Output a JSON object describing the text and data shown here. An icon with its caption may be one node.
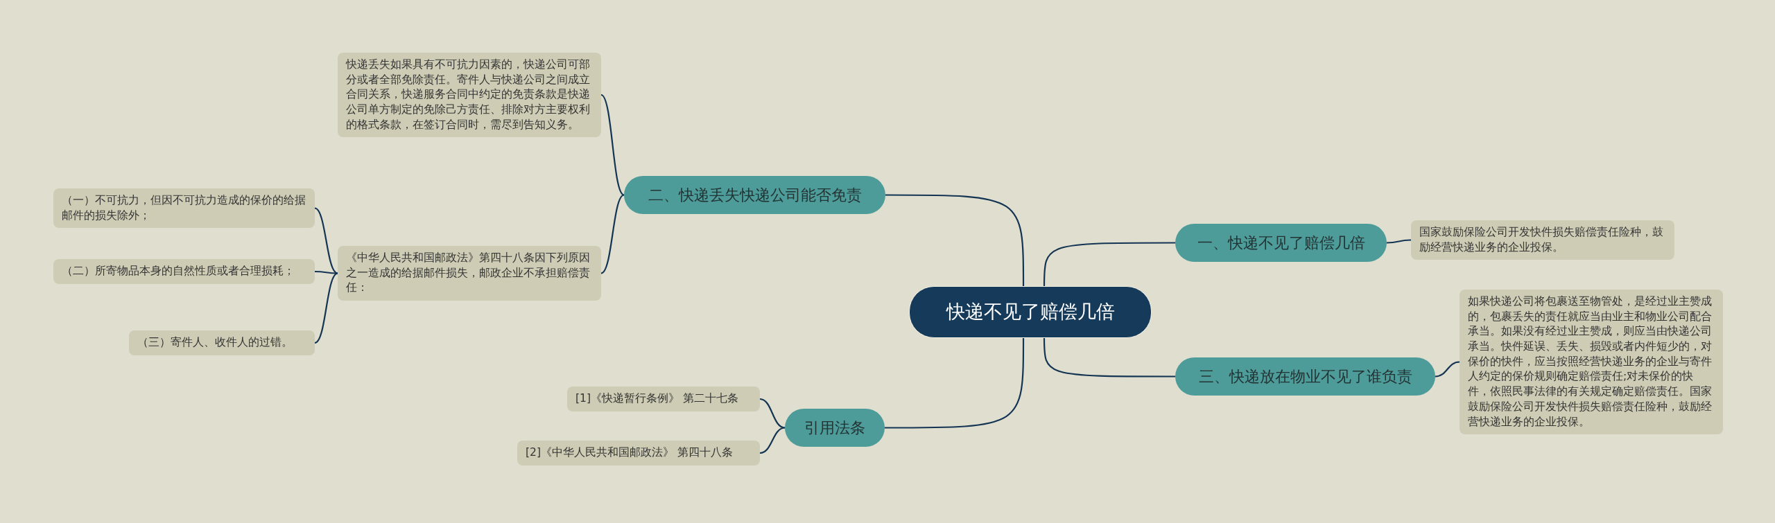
{
  "diagram": {
    "nodes": [
      {
        "text": [
          "快递不见了赔偿几倍"
        ]
      },
      {
        "text": [
          "一、快递不见了赔偿几倍"
        ]
      },
      {
        "text": [
          "国家鼓励保险公司开发快件损失赔偿责任险种，鼓励经营快递业务的企业投保。"
        ]
      },
      {
        "text": [
          "三、快递放在物业不见了谁负责"
        ]
      },
      {
        "text": [
          "如果快递公司将包裹送至物管处，是经过业主赞成的，包裹丢失的责任就应当由业主和物业公司配合承当。如果没有经过业主赞成，则应当由快递公司承当。快件延误、丢失、损毁或者内件短少的，对保价的快件，应当按照经营快递业务的企业与寄件人约定的保价规则确定赔偿责任;对未保价的快件，依照民事法律的有关规定确定赔偿责任。国家鼓励保险公司开发快件损失赔偿责任险种，鼓励经营快递业务的企业投保。"
        ]
      },
      {
        "text": [
          "二、快递丢失快递公司能否免责"
        ]
      },
      {
        "text": [
          "快递丢失如果具有不可抗力因素的，快递公司可部分或者全部免除责任。寄件人与快递公司之间成立合同关系，快递服务合同中约定的免责条款是快递公司单方制定的免除己方责任、排除对方主要权利的格式条款，在签订合同时，需尽到告知义务。"
        ]
      },
      {
        "text": [
          "《中华人民共和国邮政法》第四十八条因下列原因之一造成的给据邮件损失，邮政企业不承担赔偿责任："
        ]
      },
      {
        "text": [
          "（一）不可抗力，但因不可抗力造成的保价的给据邮件的损失除外；"
        ]
      },
      {
        "text": [
          "（二）所寄物品本身的自然性质或者合理损耗；"
        ]
      },
      {
        "text": [
          "（三）寄件人、收件人的过错。"
        ]
      },
      {
        "text": [
          "引用法条"
        ]
      },
      {
        "text": [
          "[1]《快递暂行条例》 第二十七条"
        ]
      },
      {
        "text": [
          "[2]《中华人民共和国邮政法》 第四十八条"
        ]
      }
    ],
    "edges": [
      {
        "from": 0,
        "to": 1,
        "arrow": "none"
      },
      {
        "from": 1,
        "to": 2,
        "arrow": "none"
      },
      {
        "from": 0,
        "to": 3,
        "arrow": "none"
      },
      {
        "from": 3,
        "to": 4,
        "arrow": "none"
      },
      {
        "from": 0,
        "to": 5,
        "arrow": "none"
      },
      {
        "from": 5,
        "to": 6,
        "arrow": "none"
      },
      {
        "from": 5,
        "to": 7,
        "arrow": "none"
      },
      {
        "from": 7,
        "to": 8,
        "arrow": "none"
      },
      {
        "from": 7,
        "to": 9,
        "arrow": "none"
      },
      {
        "from": 7,
        "to": 10,
        "arrow": "none"
      },
      {
        "from": 0,
        "to": 11,
        "arrow": "none"
      },
      {
        "from": 11,
        "to": 12,
        "arrow": "none"
      },
      {
        "from": 11,
        "to": 13,
        "arrow": "none"
      }
    ]
  }
}
